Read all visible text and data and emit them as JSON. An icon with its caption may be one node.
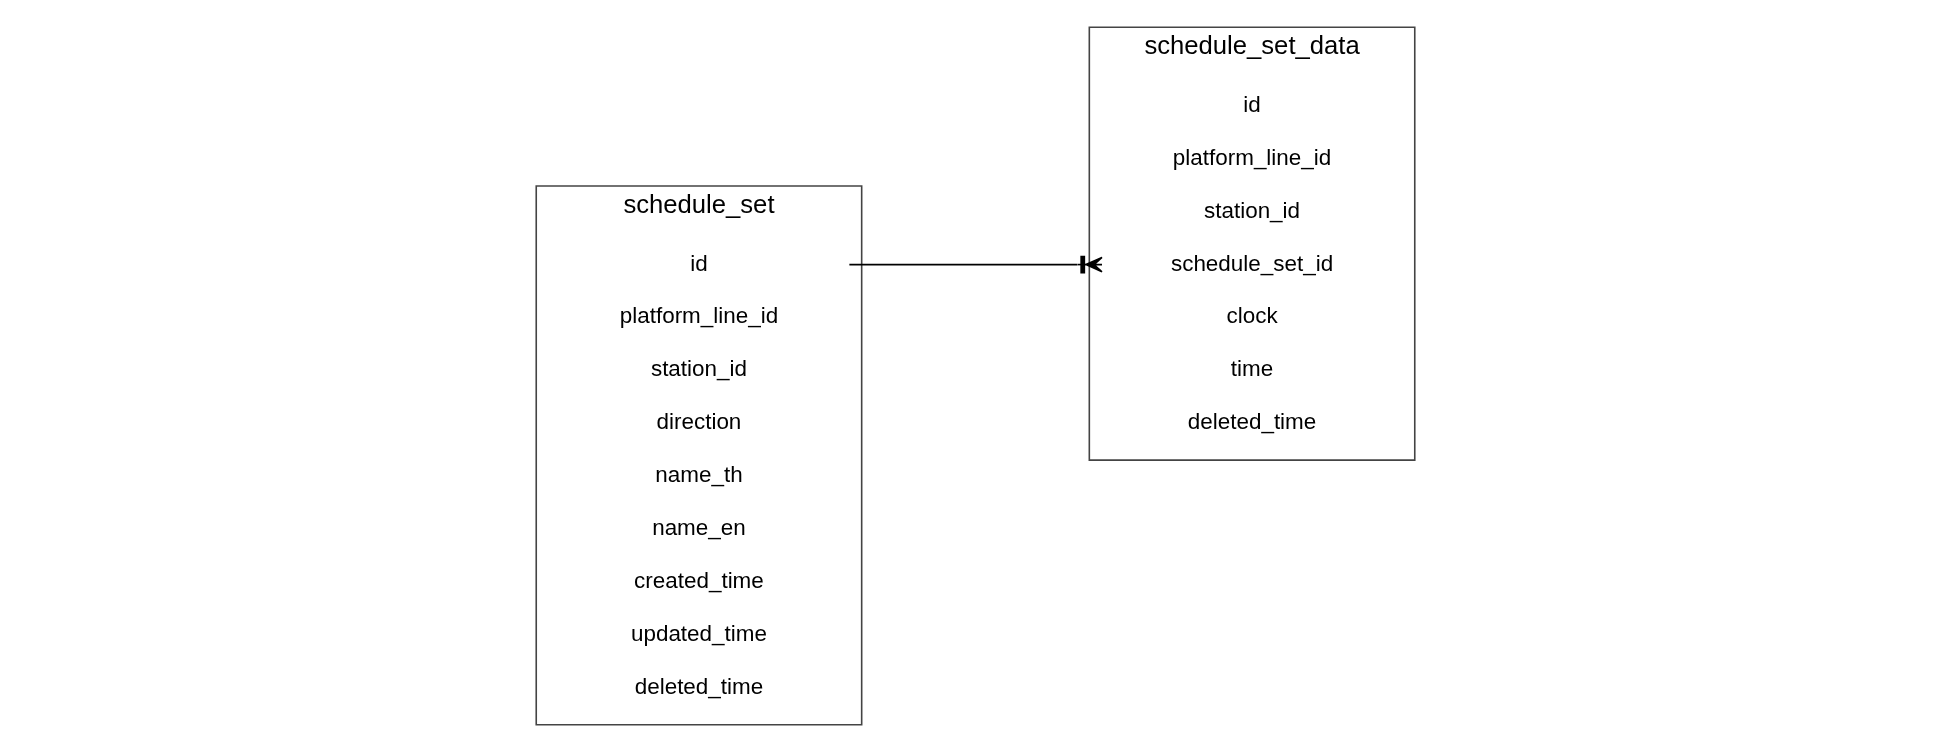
{
  "diagram": {
    "nodes": [
      {
        "text": [
          "schedule_set"
        ]
      },
      {
        "text": [
          "id"
        ],
        "in": 0
      },
      {
        "text": [
          "platform_line_id"
        ],
        "in": 0
      },
      {
        "text": [
          "station_id"
        ],
        "in": 0
      },
      {
        "text": [
          "direction"
        ],
        "in": 0
      },
      {
        "text": [
          "name_th"
        ],
        "in": 0
      },
      {
        "text": [
          "name_en"
        ],
        "in": 0
      },
      {
        "text": [
          "created_time"
        ],
        "in": 0
      },
      {
        "text": [
          "updated_time"
        ],
        "in": 0
      },
      {
        "text": [
          "deleted_time"
        ],
        "in": 0
      },
      {
        "text": [
          "schedule_set_data"
        ]
      },
      {
        "text": [
          "id"
        ],
        "in": 10
      },
      {
        "text": [
          "platform_line_id"
        ],
        "in": 10
      },
      {
        "text": [
          "station_id"
        ],
        "in": 10
      },
      {
        "text": [
          "schedule_set_id"
        ],
        "in": 10
      },
      {
        "text": [
          "clock"
        ],
        "in": 10
      },
      {
        "text": [
          "time"
        ],
        "in": 10
      },
      {
        "text": [
          "deleted_time"
        ],
        "in": 10
      }
    ],
    "edges": [
      {
        "from": 1,
        "to": 14,
        "arrow": "other"
      }
    ]
  }
}
